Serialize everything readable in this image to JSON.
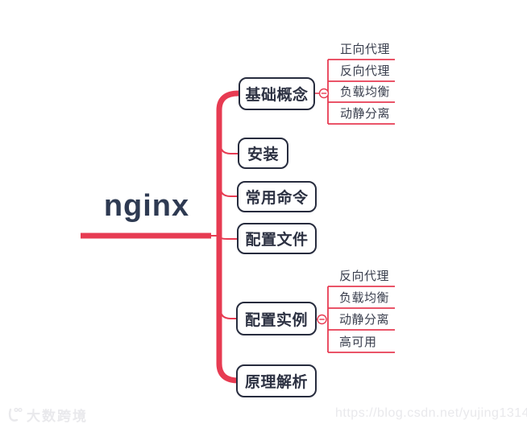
{
  "root": {
    "label": "nginx"
  },
  "nodes": [
    {
      "label": "基础概念",
      "children": [
        "正向代理",
        "反向代理",
        "负载均衡",
        "动静分离"
      ]
    },
    {
      "label": "安装"
    },
    {
      "label": "常用命令"
    },
    {
      "label": "配置文件"
    },
    {
      "label": "配置实例",
      "children": [
        "反向代理",
        "负载均衡",
        "动静分离",
        "高可用"
      ]
    },
    {
      "label": "原理解析"
    }
  ],
  "icons": {
    "collapse_toggle": "minus-circle",
    "logo": "smiley-face"
  },
  "watermarks": {
    "left_logo_text": "大数跨境",
    "right_url": "https://blog.csdn.net/yujing1314"
  },
  "colors": {
    "branch": "#e73b52",
    "node_border": "#272c3e",
    "node_text": "#2c3142",
    "root_text": "#2e3a52",
    "child_text": "#3a3f4e",
    "watermark": "#e9e9ec"
  }
}
